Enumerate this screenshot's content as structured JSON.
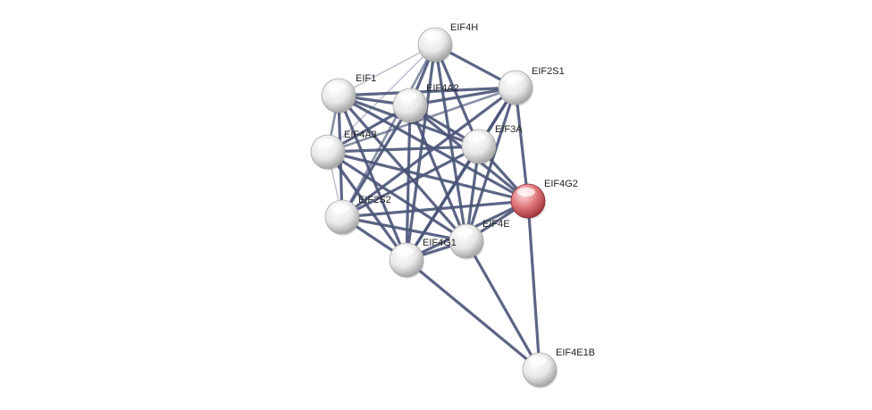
{
  "network": {
    "nodes": [
      {
        "id": "EIF4H",
        "label": "EIF4H",
        "query": false
      },
      {
        "id": "EIF2S1",
        "label": "EIF2S1",
        "query": false
      },
      {
        "id": "EIF1",
        "label": "EIF1",
        "query": false
      },
      {
        "id": "EIF4A2",
        "label": "EIF4A2",
        "query": false
      },
      {
        "id": "EIF4A3",
        "label": "EIF4A3",
        "query": false
      },
      {
        "id": "EIF3A",
        "label": "EIF3A",
        "query": false
      },
      {
        "id": "EIF4G2",
        "label": "EIF4G2",
        "query": true
      },
      {
        "id": "EIF2S2",
        "label": "EIF2S2",
        "query": false
      },
      {
        "id": "EIF4E",
        "label": "EIF4E",
        "query": false
      },
      {
        "id": "EIF4G1",
        "label": "EIF4G1",
        "query": false
      },
      {
        "id": "EIF4E1B",
        "label": "EIF4E1B",
        "query": false
      }
    ],
    "edges": [
      [
        "EIF4H",
        "EIF2S1",
        3
      ],
      [
        "EIF4H",
        "EIF1",
        1
      ],
      [
        "EIF4H",
        "EIF4A2",
        3
      ],
      [
        "EIF4H",
        "EIF4A3",
        1
      ],
      [
        "EIF4H",
        "EIF3A",
        3
      ],
      [
        "EIF4H",
        "EIF2S2",
        2
      ],
      [
        "EIF4H",
        "EIF4E",
        3
      ],
      [
        "EIF4H",
        "EIF4G1",
        3
      ],
      [
        "EIF2S1",
        "EIF1",
        3
      ],
      [
        "EIF2S1",
        "EIF4A2",
        3
      ],
      [
        "EIF2S1",
        "EIF4A3",
        2
      ],
      [
        "EIF2S1",
        "EIF3A",
        3
      ],
      [
        "EIF2S1",
        "EIF4G2",
        3
      ],
      [
        "EIF2S1",
        "EIF2S2",
        3
      ],
      [
        "EIF2S1",
        "EIF4E",
        3
      ],
      [
        "EIF2S1",
        "EIF4G1",
        3
      ],
      [
        "EIF1",
        "EIF4A2",
        3
      ],
      [
        "EIF1",
        "EIF4A3",
        2
      ],
      [
        "EIF1",
        "EIF3A",
        3
      ],
      [
        "EIF1",
        "EIF2S2",
        3
      ],
      [
        "EIF1",
        "EIF4E",
        3
      ],
      [
        "EIF1",
        "EIF4G1",
        3
      ],
      [
        "EIF1",
        "EIF4G2",
        3
      ],
      [
        "EIF4A2",
        "EIF4A3",
        3
      ],
      [
        "EIF4A2",
        "EIF3A",
        3
      ],
      [
        "EIF4A2",
        "EIF4G2",
        3
      ],
      [
        "EIF4A2",
        "EIF2S2",
        3
      ],
      [
        "EIF4A2",
        "EIF4E",
        3
      ],
      [
        "EIF4A2",
        "EIF4G1",
        3
      ],
      [
        "EIF4A3",
        "EIF3A",
        3
      ],
      [
        "EIF4A3",
        "EIF2S2",
        1
      ],
      [
        "EIF4A3",
        "EIF4E",
        3
      ],
      [
        "EIF4A3",
        "EIF4G1",
        3
      ],
      [
        "EIF4A3",
        "EIF4G2",
        3
      ],
      [
        "EIF3A",
        "EIF4G2",
        3
      ],
      [
        "EIF3A",
        "EIF2S2",
        3
      ],
      [
        "EIF3A",
        "EIF4E",
        3
      ],
      [
        "EIF3A",
        "EIF4G1",
        3
      ],
      [
        "EIF4G2",
        "EIF2S2",
        3
      ],
      [
        "EIF4G2",
        "EIF4E",
        3
      ],
      [
        "EIF4G2",
        "EIF4G1",
        3
      ],
      [
        "EIF4G2",
        "EIF4E1B",
        3
      ],
      [
        "EIF2S2",
        "EIF4E",
        3
      ],
      [
        "EIF2S2",
        "EIF4G1",
        3
      ],
      [
        "EIF4E",
        "EIF4G1",
        3
      ],
      [
        "EIF4E",
        "EIF4E1B",
        3
      ],
      [
        "EIF4G1",
        "EIF4E1B",
        3
      ]
    ],
    "colors": {
      "edge": "#4a5478",
      "node_default": "#e6e6e6",
      "node_query": "#d9646a"
    }
  }
}
